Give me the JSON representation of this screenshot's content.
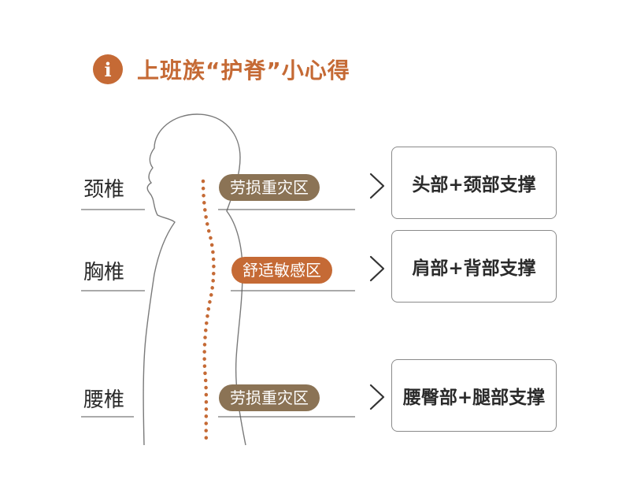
{
  "header": {
    "icon": "info-icon",
    "icon_glyph": "i",
    "title": "上班族“护脊”小心得",
    "accent_color": "#c56a35"
  },
  "segments": [
    {
      "label": "颈椎",
      "zone": "劳损重灾区",
      "zone_color": "#8b7355",
      "support": "头部+颈部支撑"
    },
    {
      "label": "胸椎",
      "zone": "舒适敏感区",
      "zone_color": "#c56a35",
      "support": "肩部+背部支撑"
    },
    {
      "label": "腰椎",
      "zone": "劳损重灾区",
      "zone_color": "#8b7355",
      "support": "腰臀部+腿部支撑"
    }
  ],
  "icons": {
    "arrow": "chevron-right-icon",
    "figure": "human-silhouette-icon",
    "spine": "spine-dotted-line-icon"
  }
}
